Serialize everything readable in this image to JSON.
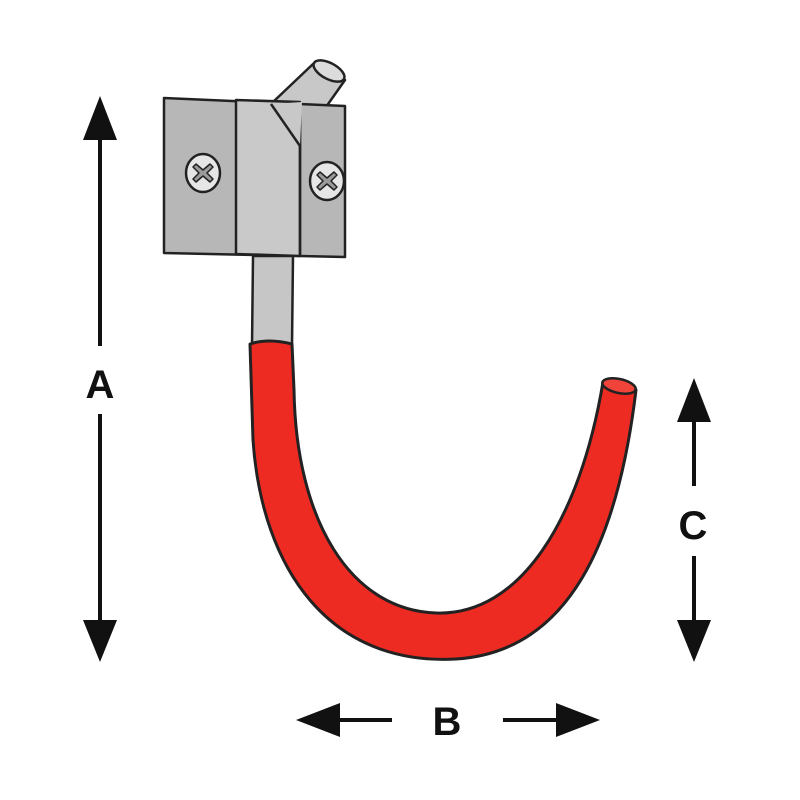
{
  "diagram": {
    "dimensions": {
      "a": "A",
      "b": "B",
      "c": "C"
    },
    "colors": {
      "coating": "#ee2b22",
      "bracket": "#b9b9b9",
      "bracket_dark": "#a3a3a3",
      "steel": "#c6c6c6",
      "outline": "#222222",
      "arrow": "#111111",
      "screw": "#e6e6e6"
    },
    "icons": {
      "screws": [
        "phillips-screw-icon",
        "phillips-screw-icon"
      ],
      "arrows": [
        "arrow-up-icon",
        "arrow-down-icon",
        "arrow-left-icon",
        "arrow-right-icon"
      ]
    }
  }
}
